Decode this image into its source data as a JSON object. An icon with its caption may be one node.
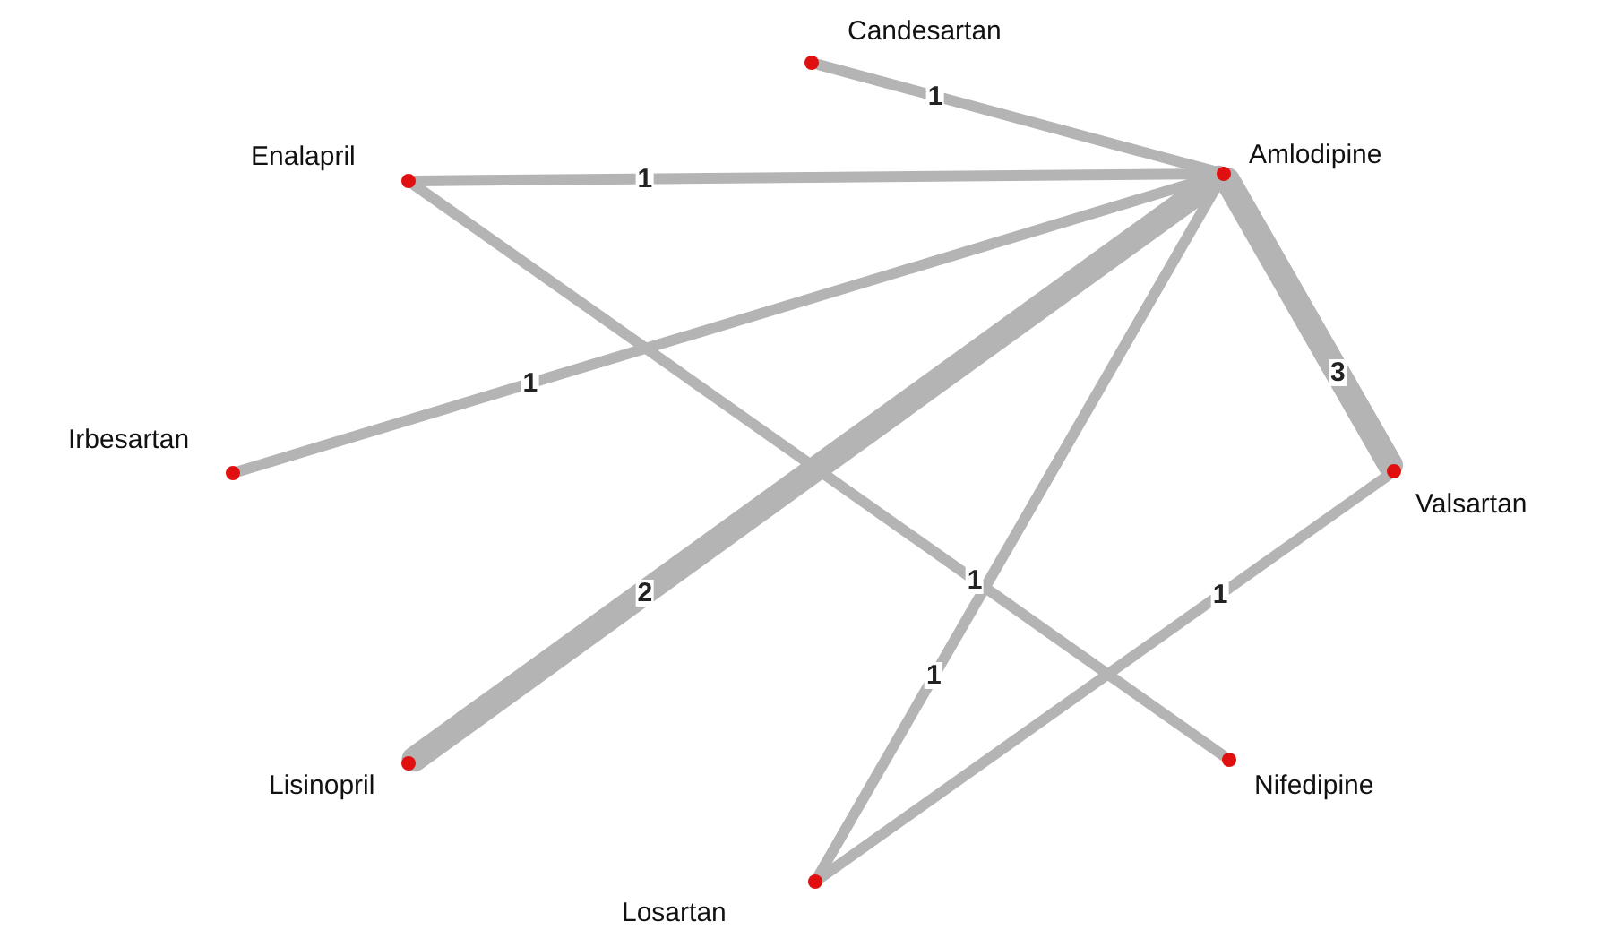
{
  "diagram": {
    "nodes": [
      {
        "text": [],
        "shape": "circle",
        "beside": [
          "Candesartan"
        ]
      },
      {
        "text": [],
        "shape": "circle",
        "beside": [
          "Enalapril"
        ]
      },
      {
        "text": [],
        "shape": "circle",
        "beside": [
          "Amlodipine"
        ]
      },
      {
        "text": [],
        "shape": "circle",
        "beside": [
          "Irbesartan"
        ]
      },
      {
        "text": [],
        "shape": "circle",
        "beside": [
          "Valsartan"
        ]
      },
      {
        "text": [],
        "shape": "circle",
        "beside": [
          "Lisinopril"
        ]
      },
      {
        "text": [],
        "shape": "circle",
        "beside": [
          "Nifedipine"
        ]
      },
      {
        "text": [],
        "shape": "circle",
        "beside": [
          "Losartan"
        ]
      }
    ],
    "edges": [
      {
        "from": 0,
        "to": 2,
        "arrow": "none",
        "label": "1"
      },
      {
        "from": 1,
        "to": 2,
        "arrow": "none",
        "label": "1"
      },
      {
        "from": 1,
        "to": 6,
        "arrow": "none",
        "label": "1"
      },
      {
        "from": 3,
        "to": 2,
        "arrow": "none",
        "label": "1"
      },
      {
        "from": 5,
        "to": 2,
        "arrow": "none",
        "label": "2",
        "style": "thick"
      },
      {
        "from": 2,
        "to": 4,
        "arrow": "none",
        "label": "3",
        "style": "thick"
      },
      {
        "from": 2,
        "to": 7,
        "arrow": "none",
        "label": "1"
      },
      {
        "from": 7,
        "to": 4,
        "arrow": "none",
        "label": "1"
      }
    ]
  }
}
